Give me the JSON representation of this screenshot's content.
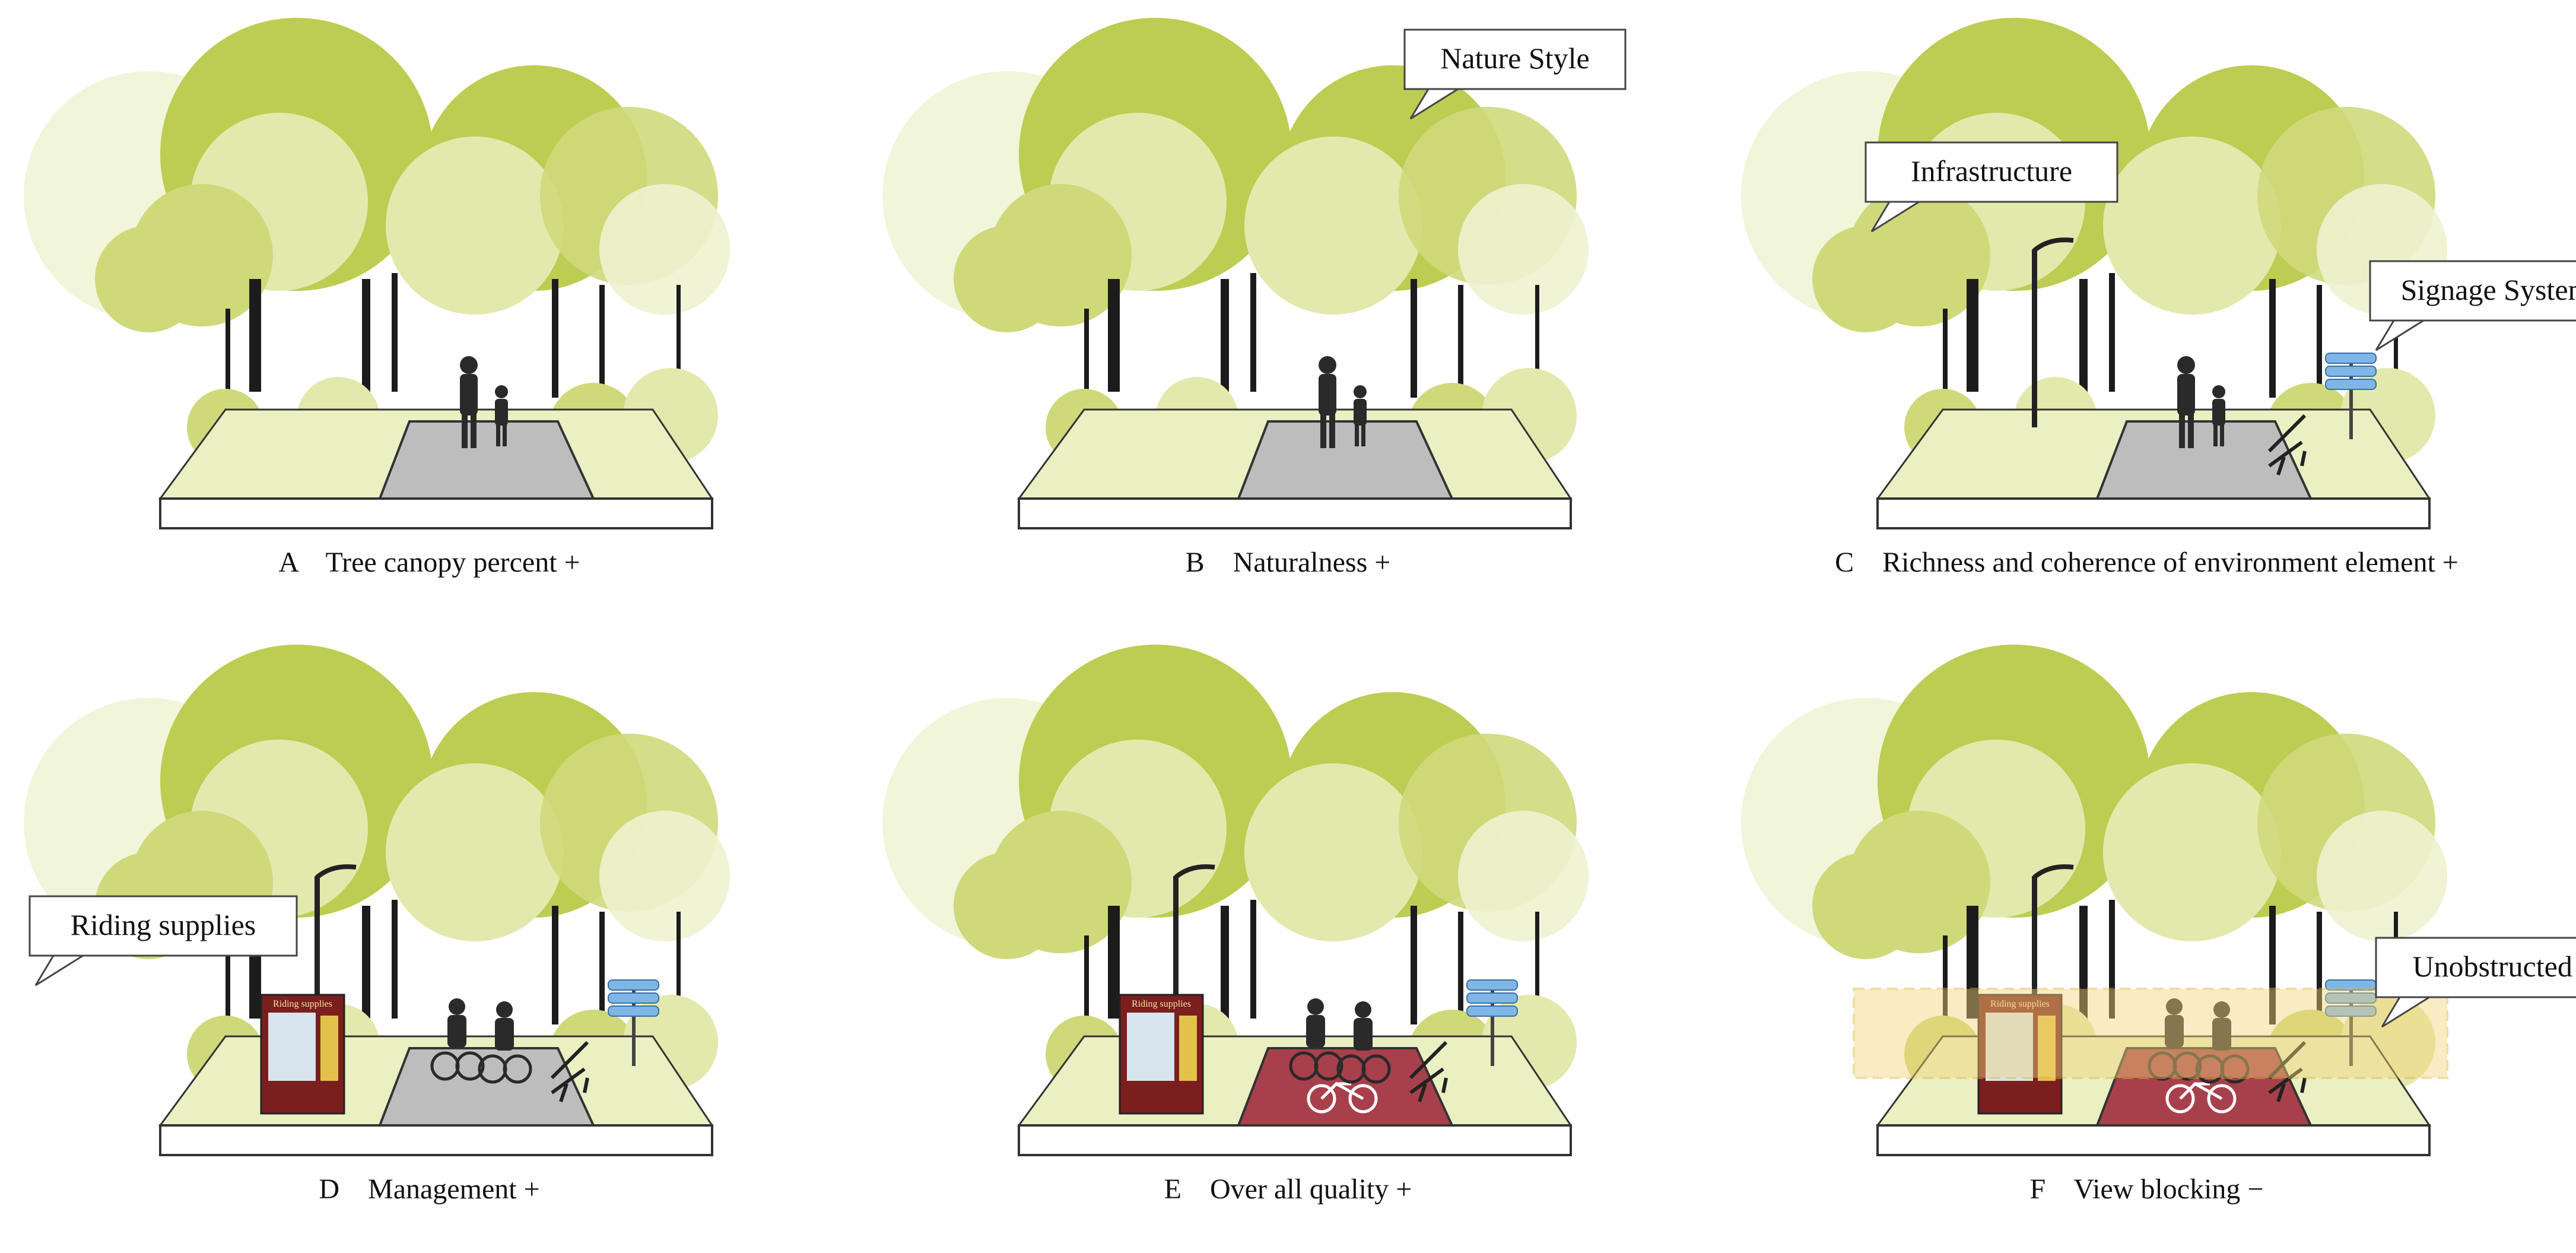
{
  "panels": [
    {
      "letter": "A",
      "caption": "Tree canopy percent +",
      "callout": "",
      "path": "walk",
      "features": []
    },
    {
      "letter": "B",
      "caption": "Naturalness +",
      "callout": "Nature Style",
      "path": "walk",
      "features": [
        "nature"
      ]
    },
    {
      "letter": "C",
      "caption": "Richness and coherence of environment element +",
      "callouts": [
        "Infrastructure",
        "Signage System"
      ],
      "path": "walk",
      "features": [
        "lamp",
        "sign",
        "bench"
      ]
    },
    {
      "letter": "D",
      "caption": "Management +",
      "callout": "Riding supplies",
      "vending_label": "Riding supplies",
      "path": "cycle-gray",
      "features": [
        "lamp",
        "sign",
        "bench",
        "vending"
      ]
    },
    {
      "letter": "E",
      "caption": "Over all quality +",
      "callout": "",
      "vending_label": "Riding supplies",
      "path": "cycle-red",
      "features": [
        "lamp",
        "sign",
        "bench",
        "vending"
      ]
    },
    {
      "letter": "F",
      "caption": "View blocking −",
      "callout": "Unobstructed view",
      "vending_label": "Riding supplies",
      "path": "cycle-red",
      "features": [
        "lamp",
        "sign",
        "bench",
        "vending",
        "band"
      ]
    }
  ],
  "colors": {
    "light": "#eef2cf",
    "pale": "#e3e9ad",
    "mid": "#cfd97a",
    "lime": "#bccd52",
    "olive": "#a7b935",
    "green": "#6fa35a",
    "path_gray": "#bdbdbd",
    "path_red": "#a8404c",
    "band": "#f3d37a",
    "sign": "#7fb6e6"
  }
}
